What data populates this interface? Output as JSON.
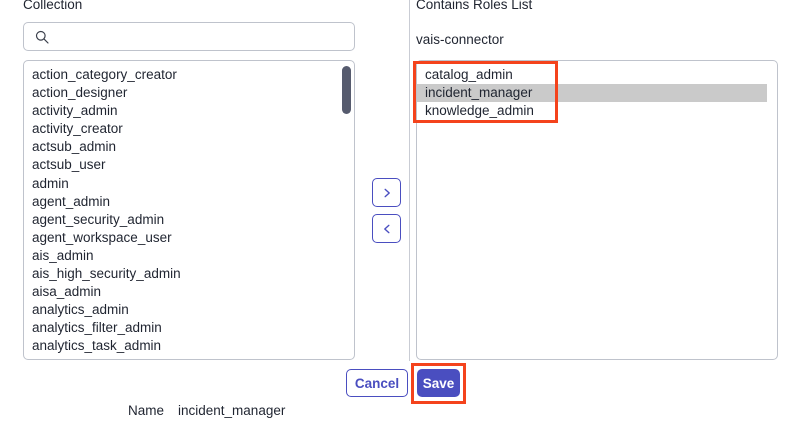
{
  "left_panel": {
    "label": "Collection",
    "search": {
      "icon": "search-icon",
      "value": "",
      "placeholder": ""
    },
    "items": [
      "action_category_creator",
      "action_designer",
      "activity_admin",
      "activity_creator",
      "actsub_admin",
      "actsub_user",
      "admin",
      "agent_admin",
      "agent_security_admin",
      "agent_workspace_user",
      "ais_admin",
      "ais_high_security_admin",
      "aisa_admin",
      "analytics_admin",
      "analytics_filter_admin",
      "analytics_task_admin"
    ],
    "scrollbar": {
      "position": "top"
    }
  },
  "transfer": {
    "add_label": "›",
    "add_icon": "chevron-right-icon",
    "remove_label": "‹",
    "remove_icon": "chevron-left-icon"
  },
  "right_panel": {
    "label": "Contains Roles List",
    "subtitle": "vais-connector",
    "items": [
      {
        "label": "catalog_admin",
        "selected": false
      },
      {
        "label": "incident_manager",
        "selected": true
      },
      {
        "label": "knowledge_admin",
        "selected": false
      }
    ]
  },
  "footer": {
    "cancel_label": "Cancel",
    "save_label": "Save"
  },
  "bottom": {
    "name_label": "Name",
    "name_value": "incident_manager"
  },
  "annotations": {
    "highlight_color": "#f4431c",
    "roles_box": "contains-roles-items",
    "save_box": "save-button"
  },
  "colors": {
    "accent": "#4a4ec0",
    "selection": "#cacaca",
    "border": "#bfc3cc",
    "scrollbar": "#565b6e",
    "annotation": "#f4431c"
  }
}
